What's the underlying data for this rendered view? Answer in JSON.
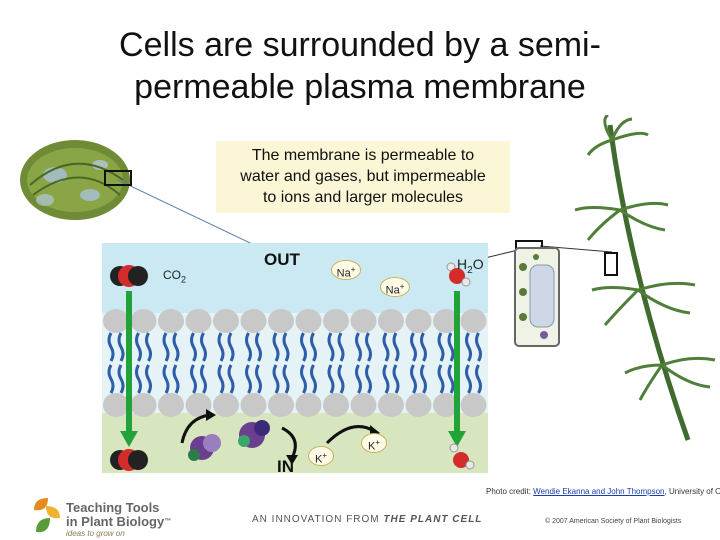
{
  "title": "Cells are surrounded by a semi-permeable plasma membrane",
  "callout": {
    "line1": "The membrane is permeable to",
    "line2": "water and gases, but impermeable",
    "line3": "to ions and larger molecules"
  },
  "diagram": {
    "out_label": "OUT",
    "in_label": "IN",
    "co2_label": "CO",
    "co2_sub": "2",
    "h2o_h": "H",
    "h2o_sub": "2",
    "h2o_o": "O",
    "na_outer": "Na",
    "na_outer_charge": "+",
    "na_near": "Na",
    "na_near_charge": "+",
    "k_left": "K",
    "k_left_charge": "+",
    "k_right": "K",
    "k_right_charge": "+"
  },
  "credit": {
    "prefix": "Photo credit: ",
    "link": "Wendie Ekanna and John Thompson",
    "suffix": ", University of Oslo"
  },
  "footer": {
    "brand_line1": "Teaching Tools",
    "brand_line2": "in Plant Biology",
    "brand_tm": "™",
    "tagline": "ideas to grow on",
    "innovation_prefix": "AN INNOVATION FROM ",
    "innovation_name": "THE PLANT CELL",
    "copyright": "© 2007 American Society of Plant Biologists"
  },
  "colors": {
    "outside": "#cbe9f2",
    "inside": "#d8e6bf",
    "lipid_head": "#c8c8c8",
    "tail": "#2f5ea8",
    "arrow": "#21a33a",
    "callout_bg": "#faf6d6"
  }
}
